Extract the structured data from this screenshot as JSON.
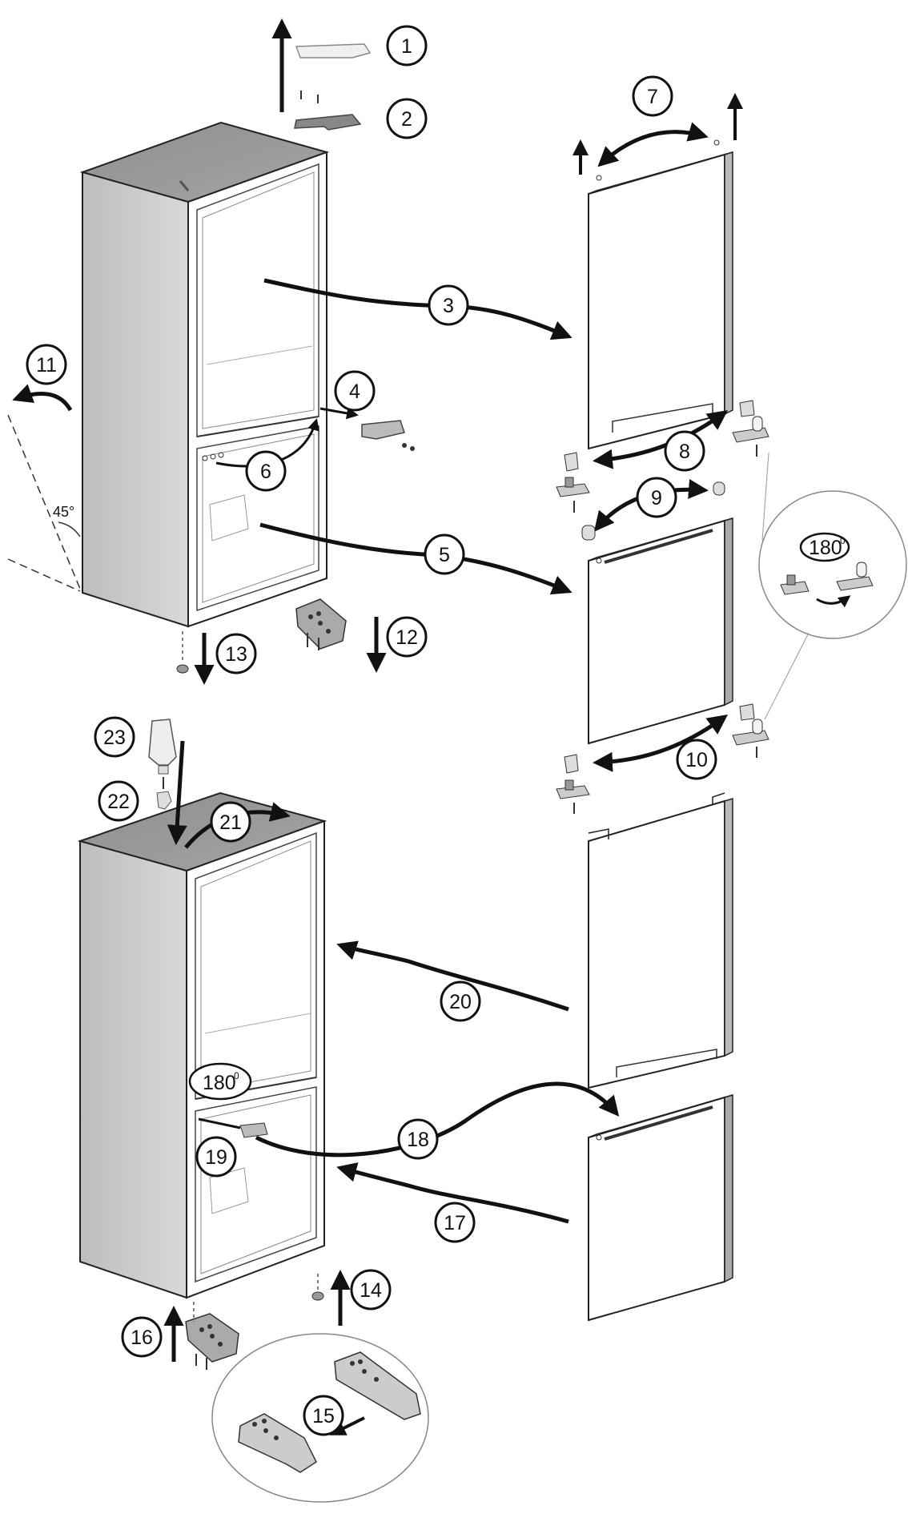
{
  "callouts": [
    {
      "id": "1",
      "label": "1"
    },
    {
      "id": "2",
      "label": "2"
    },
    {
      "id": "3",
      "label": "3"
    },
    {
      "id": "4",
      "label": "4"
    },
    {
      "id": "5",
      "label": "5"
    },
    {
      "id": "6",
      "label": "6"
    },
    {
      "id": "7",
      "label": "7"
    },
    {
      "id": "8",
      "label": "8"
    },
    {
      "id": "9",
      "label": "9"
    },
    {
      "id": "10",
      "label": "10"
    },
    {
      "id": "11",
      "label": "11"
    },
    {
      "id": "12",
      "label": "12"
    },
    {
      "id": "13",
      "label": "13"
    },
    {
      "id": "14",
      "label": "14"
    },
    {
      "id": "15",
      "label": "15"
    },
    {
      "id": "16",
      "label": "16"
    },
    {
      "id": "17",
      "label": "17"
    },
    {
      "id": "18",
      "label": "18"
    },
    {
      "id": "19",
      "label": "19"
    },
    {
      "id": "20",
      "label": "20"
    },
    {
      "id": "21",
      "label": "21"
    },
    {
      "id": "22",
      "label": "22"
    },
    {
      "id": "23",
      "label": "23"
    }
  ],
  "rotation_labels": {
    "hinge_swap": "180",
    "hinge_move": "180",
    "degree_mark": "0"
  },
  "tilt_angle": "45°"
}
